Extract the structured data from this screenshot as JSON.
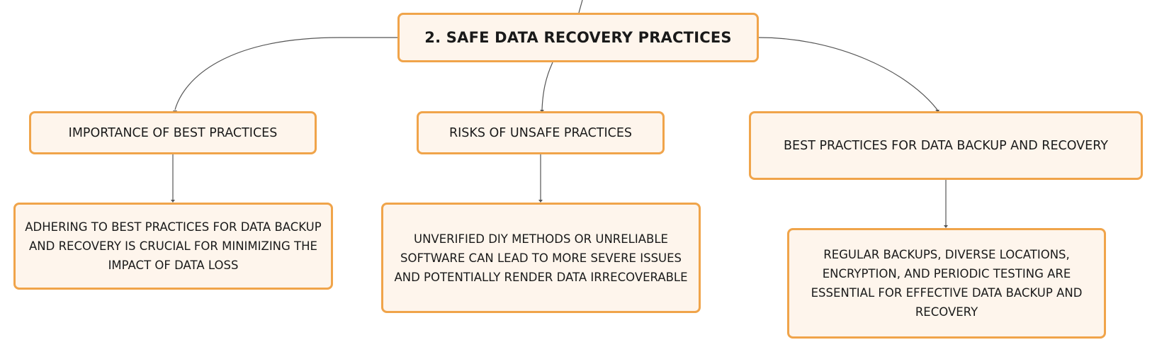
{
  "root": {
    "label": "2. SAFE DATA RECOVERY PRACTICES"
  },
  "topics": [
    {
      "label": "IMPORTANCE OF BEST PRACTICES",
      "detail": "ADHERING TO BEST PRACTICES FOR DATA BACKUP AND RECOVERY IS CRUCIAL FOR MINIMIZING THE IMPACT OF DATA LOSS"
    },
    {
      "label": "RISKS OF UNSAFE PRACTICES",
      "detail": "UNVERIFIED DIY METHODS OR UNRELIABLE SOFTWARE CAN LEAD TO MORE SEVERE ISSUES AND POTENTIALLY RENDER DATA IRRECOVERABLE"
    },
    {
      "label": "BEST PRACTICES FOR DATA BACKUP AND RECOVERY",
      "detail": "REGULAR BACKUPS, DIVERSE LOCATIONS, ENCRYPTION, AND PERIODIC TESTING ARE ESSENTIAL FOR EFFECTIVE DATA BACKUP AND RECOVERY"
    }
  ],
  "colors": {
    "node_fill": "#fef5ec",
    "node_border": "#f0a44a",
    "connector": "#555555",
    "text": "#1a1a1a"
  }
}
